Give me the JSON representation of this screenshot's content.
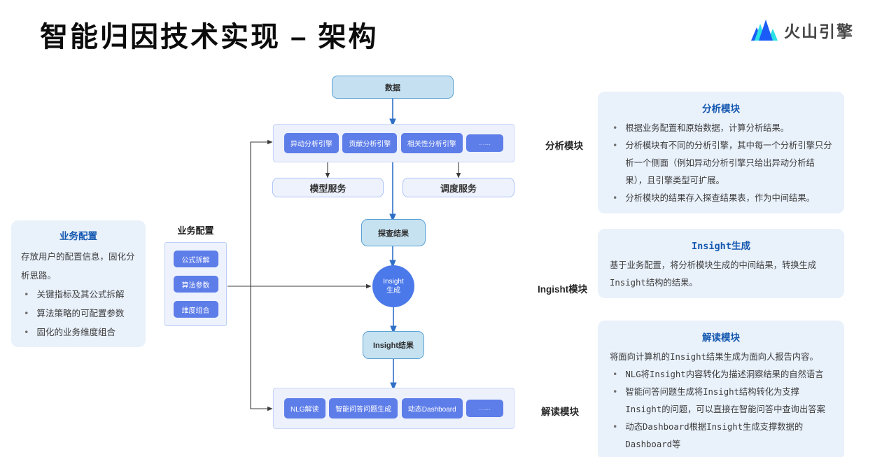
{
  "page": {
    "title": "智能归因技术实现 – 架构",
    "logo_text": "火山引擎"
  },
  "diagram": {
    "nodes": {
      "data": "数据",
      "model_service": "模型服务",
      "schedule_service": "调度服务",
      "probe_result": "探查结果",
      "insight_circle_line1": "Insight",
      "insight_circle_line2": "生成",
      "insight_result": "Insight结果"
    },
    "analysis": {
      "label": "分析模块",
      "engines": [
        "异动分析引擎",
        "贡献分析引擎",
        "相关性分析引擎",
        "......"
      ]
    },
    "insight_label": "Ingisht模块",
    "interpret": {
      "label": "解读模块",
      "items": [
        "NLG解读",
        "智能问答问题生成",
        "动态Dashboard",
        "......"
      ]
    },
    "config": {
      "label": "业务配置",
      "items": [
        "公式拆解",
        "算法参数",
        "维度组合"
      ]
    }
  },
  "left_panel": {
    "title": "业务配置",
    "body": "存放用户的配置信息，固化分析思路。",
    "bullets": [
      "关键指标及其公式拆解",
      "算法策略的可配置参数",
      "固化的业务维度组合"
    ]
  },
  "right_panels": [
    {
      "title": "分析模块",
      "bullets": [
        "根据业务配置和原始数据，计算分析结果。",
        "分析模块有不同的分析引擎，其中每一个分析引擎只分析一个侧面（例如异动分析引擎只给出异动分析结果），且引擎类型可扩展。",
        "分析模块的结果存入探查结果表，作为中间结果。"
      ]
    },
    {
      "title": "Insight生成",
      "body": "基于业务配置，将分析模块生成的中间结果，转换生成Insight结构的结果。"
    },
    {
      "title": "解读模块",
      "body": "将面向计算机的Insight结果生成为面向人报告内容。",
      "bullets": [
        "NLG将Insight内容转化为描述洞察结果的自然语言",
        "智能问答问题生成将Insight结构转化为支撑Insight的问题，可以直接在智能问答中查询出答案",
        "动态Dashboard根据Insight生成支撑数据的Dashboard等"
      ]
    }
  ],
  "colors": {
    "accent_blue": "#1458b0",
    "button_blue": "#5d7de9",
    "circle_blue": "#4b79ea",
    "node_fill": "#c5e2f1",
    "node_border": "#58a0d5",
    "panel_bg": "#e9f1fb",
    "arrow_blue": "#2f6fc7",
    "arrow_dark": "#3c3c3c",
    "logo_blue": "#1b5bf7",
    "logo_cyan": "#29e0e5"
  }
}
